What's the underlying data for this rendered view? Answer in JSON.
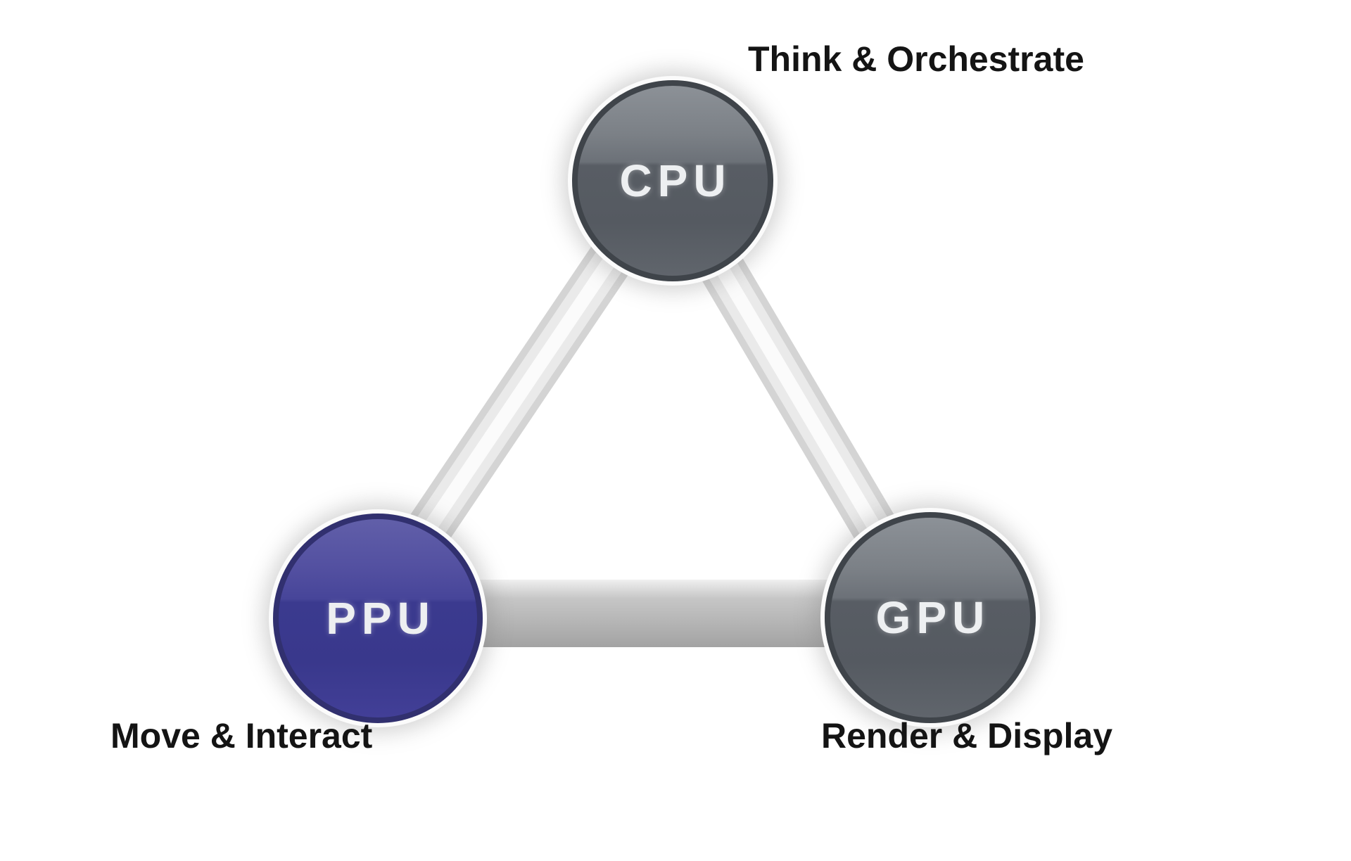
{
  "diagram": {
    "title_hint": "CPU / PPU / GPU role triangle",
    "background_color": "#ffffff",
    "caption_color": "#141414",
    "nodes": [
      {
        "id": "cpu",
        "label": "CPU",
        "caption": "Think & Orchestrate",
        "fill_color": "#5a5f66",
        "rim_color": "#3f444a",
        "label_color": "#edeff1",
        "caption_position": "top-right"
      },
      {
        "id": "ppu",
        "label": "PPU",
        "caption": "Move & Interact",
        "fill_color": "#403f93",
        "rim_color": "#31306f",
        "label_color": "#edeff1",
        "caption_position": "bottom-left"
      },
      {
        "id": "gpu",
        "label": "GPU",
        "caption": "Render & Display",
        "fill_color": "#5a5f66",
        "rim_color": "#3f444a",
        "label_color": "#edeff1",
        "caption_position": "bottom-right"
      }
    ],
    "edges": [
      {
        "from": "CPU",
        "to": "PPU",
        "style": "light-gray bar with white highlight"
      },
      {
        "from": "CPU",
        "to": "GPU",
        "style": "light-gray bar with white highlight"
      },
      {
        "from": "PPU",
        "to": "GPU",
        "style": "gray bar, vertical light-to-dark gradient"
      }
    ],
    "edge_colors": {
      "diagonal_outer": "#d4d4d4",
      "diagonal_mid": "#eaeaea",
      "diagonal_highlight": "#fbfbfb",
      "bottom_top": "#f0f0f0",
      "bottom_mid": "#c6c6c6",
      "bottom_bottom": "#a3a3a3"
    }
  }
}
